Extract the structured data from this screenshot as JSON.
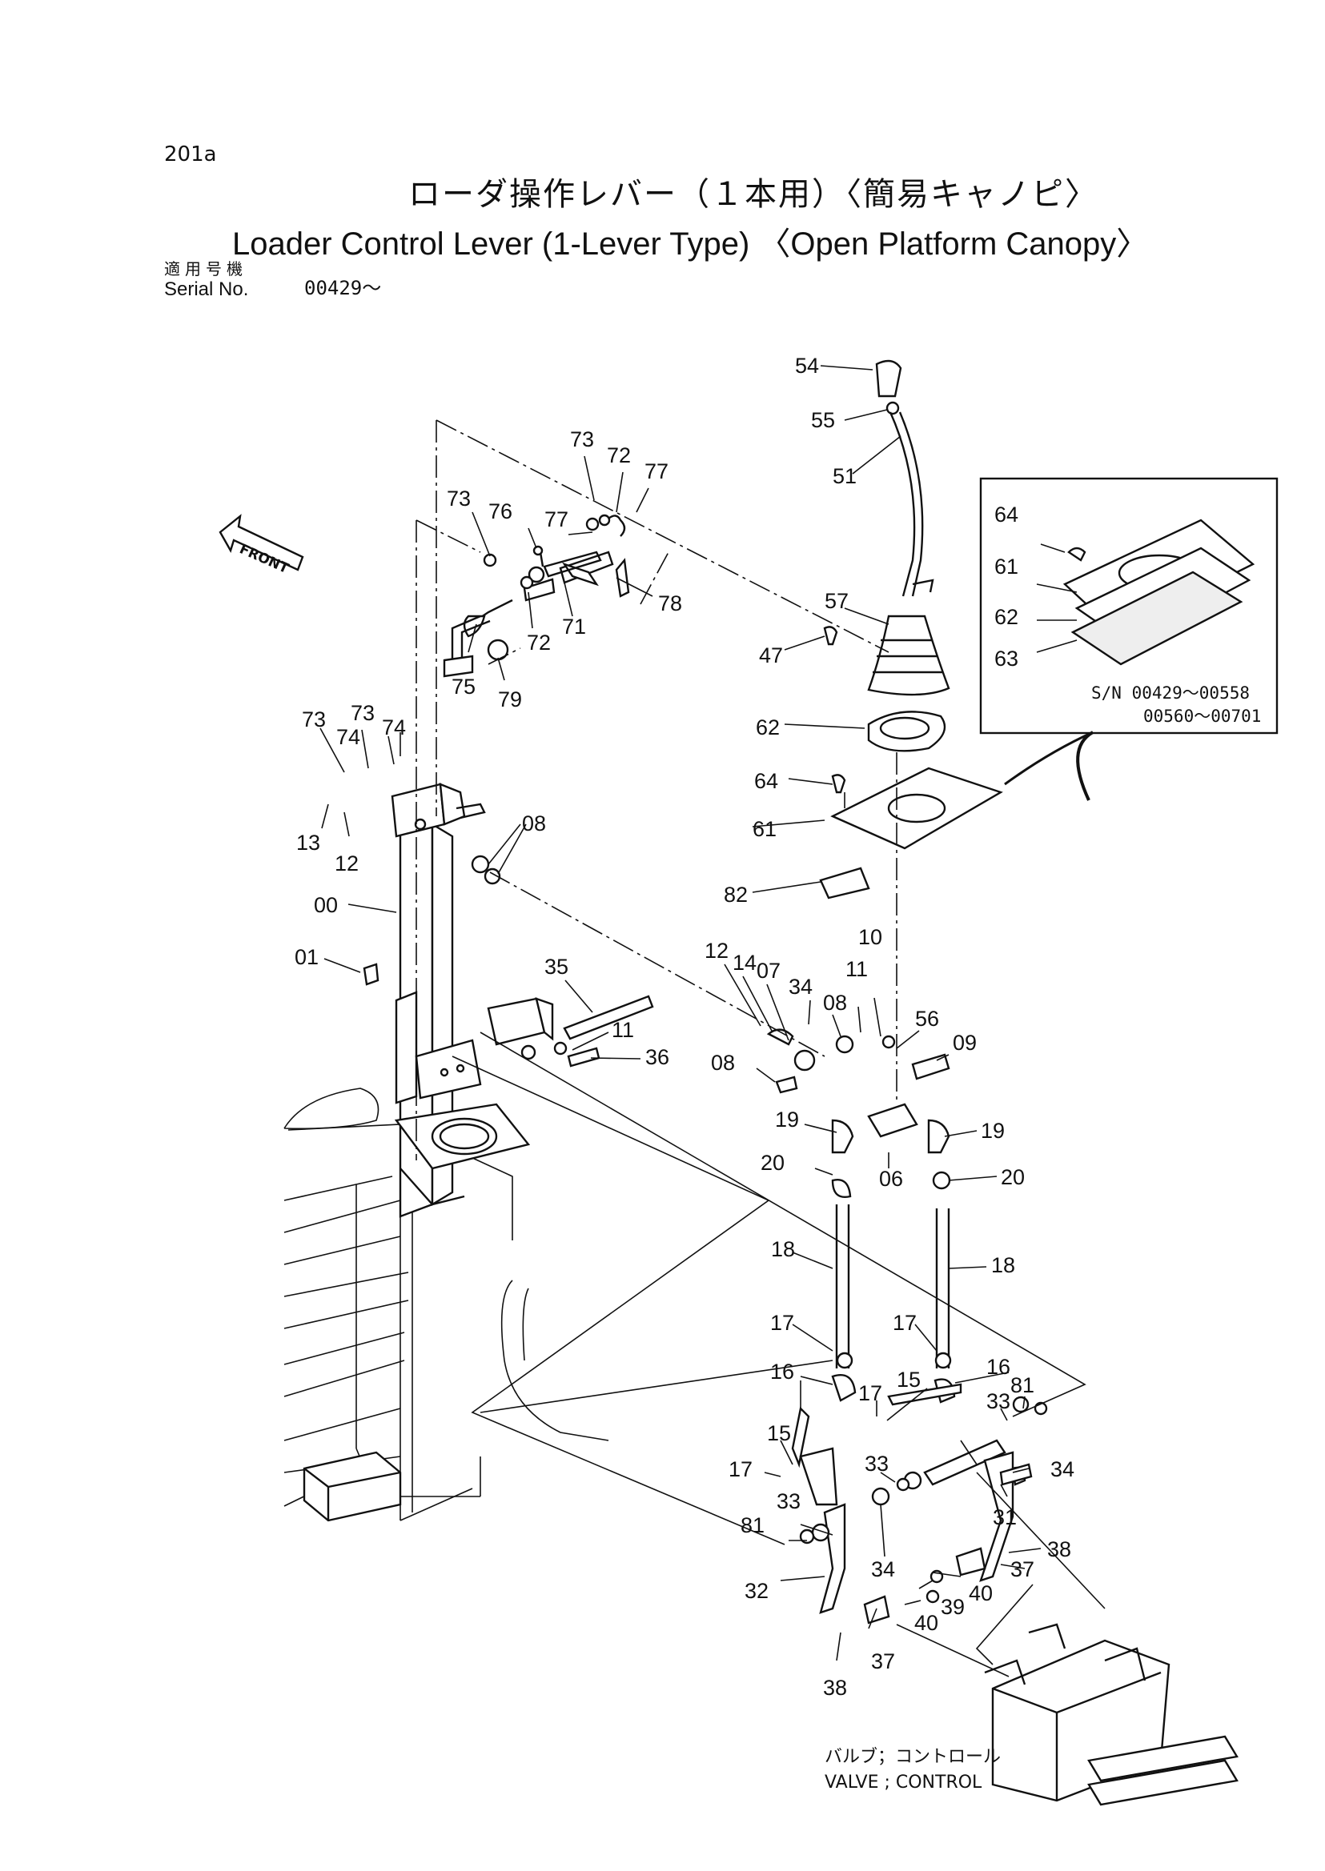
{
  "page_number": "201a",
  "title_ja": "ローダ操作レバー（１本用）〈簡易キャノピ〉",
  "title_en": "Loader Control Lever (1-Lever Type) 〈Open Platform Canopy〉",
  "serial": {
    "label_ja": "適用号機",
    "label_en": "Serial No.",
    "value": "00429～"
  },
  "front_marker": "FRONT",
  "inset": {
    "serial_line1": "S/N  00429～00558",
    "serial_line2": "00560～00701",
    "labels": [
      "64",
      "61",
      "62",
      "63"
    ]
  },
  "valve_caption_ja": "バルブ；コントロール",
  "valve_caption_en": "VALVE ; CONTROL",
  "part_labels": {
    "p54": "54",
    "p55": "55",
    "p51": "51",
    "p57": "57",
    "p47": "47",
    "p62": "62",
    "p64": "64",
    "p61": "61",
    "p82": "82",
    "p73a": "73",
    "p72a": "72",
    "p77a": "77",
    "p73b": "73",
    "p76": "76",
    "p77b": "77",
    "p78": "78",
    "p71": "71",
    "p72b": "72",
    "p75": "75",
    "p79": "79",
    "p73c": "73",
    "p73d": "73",
    "p74a": "74",
    "p74b": "74",
    "p13": "13",
    "p12a": "12",
    "p08a": "08",
    "p00": "00",
    "p01": "01",
    "p35": "35",
    "p11a": "11",
    "p36": "36",
    "p12b": "12",
    "p14": "14",
    "p07": "07",
    "p34a": "34",
    "p08b": "08",
    "p10": "10",
    "p11b": "11",
    "p56": "56",
    "p09": "09",
    "p08c": "08",
    "p19a": "19",
    "p19b": "19",
    "p20a": "20",
    "p06": "06",
    "p20b": "20",
    "p18a": "18",
    "p18b": "18",
    "p17a": "17",
    "p17b": "17",
    "p16a": "16",
    "p16b": "16",
    "p17c": "17",
    "p15a": "15",
    "p33a": "33",
    "p81a": "81",
    "p15b": "15",
    "p17d": "17",
    "p33b": "33",
    "p34b": "34",
    "p33c": "33",
    "p31": "31",
    "p81b": "81",
    "p34c": "34",
    "p38a": "38",
    "p37a": "37",
    "p32": "32",
    "p40a": "40",
    "p39": "39",
    "p40b": "40",
    "p37b": "37",
    "p38b": "38"
  }
}
